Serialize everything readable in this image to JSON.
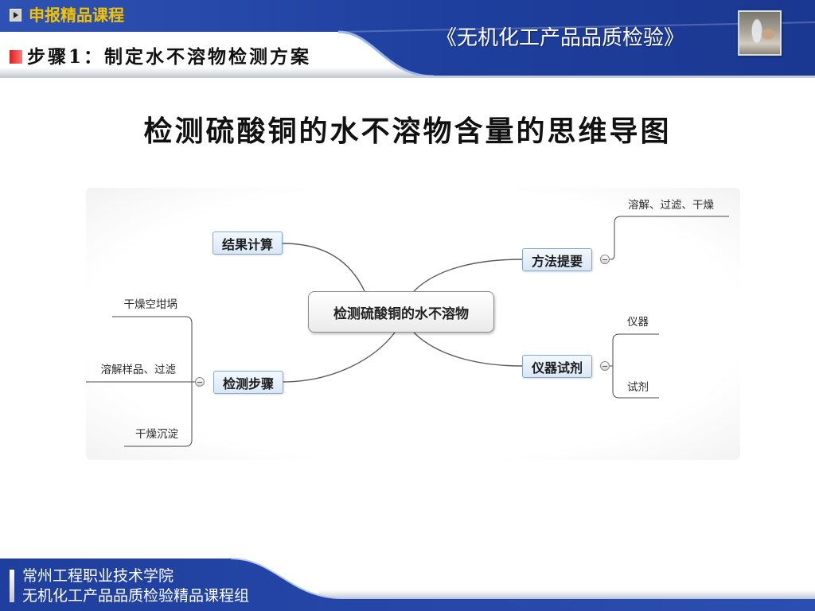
{
  "header": {
    "course_tag": "申报精品课程",
    "course_title": "《无机化工产品品质检验》",
    "step_title": "步骤1：制定水不溶物检测方案"
  },
  "main": {
    "title": "检测硫酸铜的水不溶物含量的思维导图"
  },
  "mindmap": {
    "center": "检测硫酸铜的水不溶物",
    "branches": [
      {
        "label": "结果计算",
        "children": []
      },
      {
        "label": "方法提要",
        "children": [
          "溶解、过滤、干燥"
        ]
      },
      {
        "label": "仪器试剂",
        "children": [
          "仪器",
          "试剂"
        ]
      },
      {
        "label": "检测步骤",
        "children": [
          "干燥空坩埚",
          "溶解样品、过滤",
          "干燥沉淀"
        ]
      }
    ]
  },
  "footer": {
    "line1": "常州工程职业技术学院",
    "line2": "无机化工产品品质检验精品课程组"
  },
  "icons": {
    "header_marker": "play-icon",
    "step_marker": "red-square-icon",
    "node_toggle": "collapse-icon"
  },
  "colors": {
    "banner_blue": "#1f3f9e",
    "tag_yellow": "#f2c200",
    "step_marker_red": "#d81e1e",
    "branch_node_fill": "#d9e7f6",
    "branch_node_border": "#86a8d0",
    "text_dark": "#111111"
  }
}
